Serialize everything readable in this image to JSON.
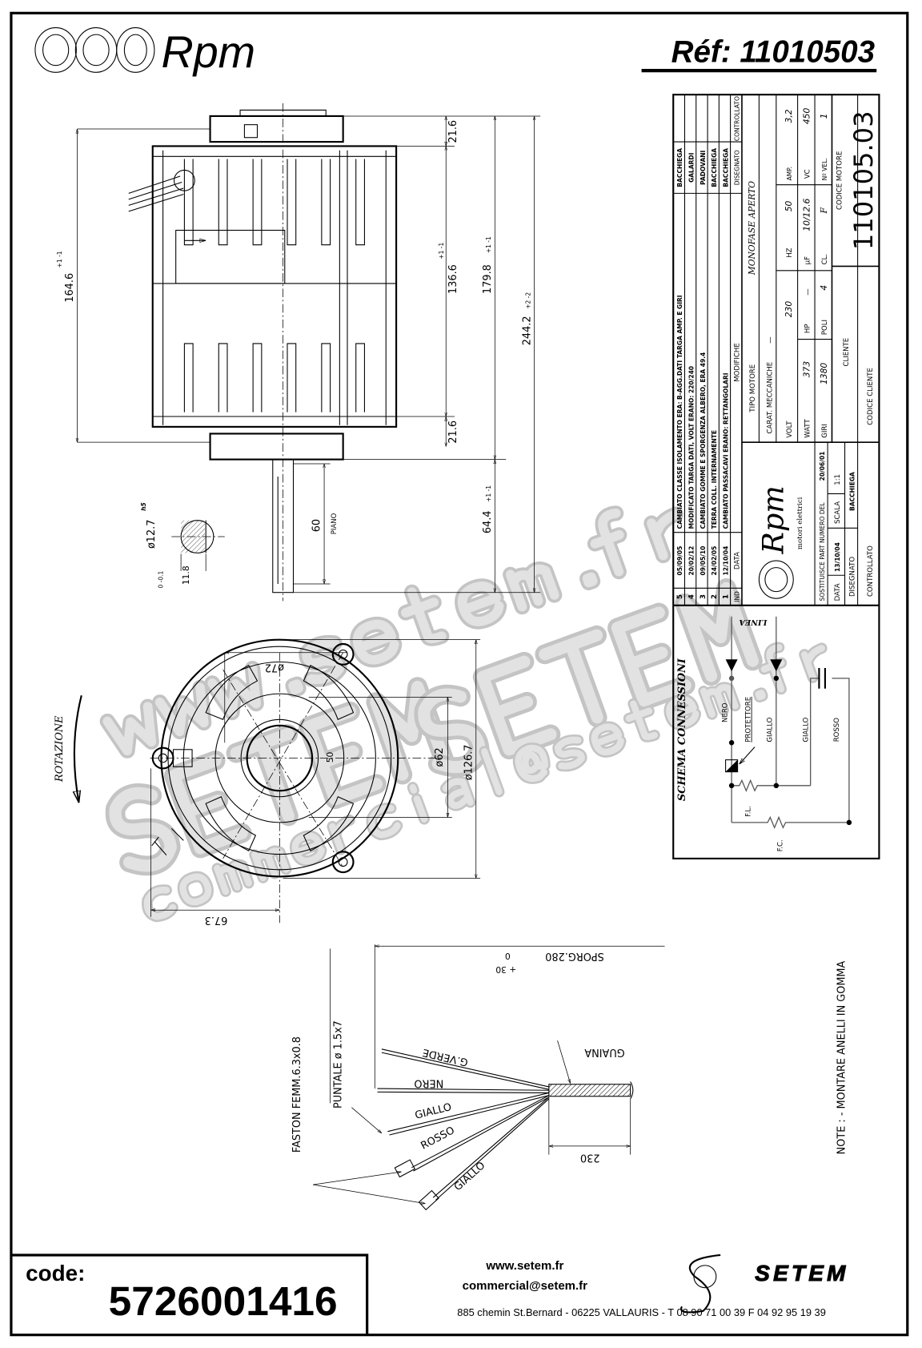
{
  "header": {
    "brand": "Rpm",
    "reference": "Réf:  11010503"
  },
  "side_view": {
    "dims": {
      "overall_body": "164.6",
      "overall_body_tol": "+1 -1",
      "top_flange": "21.6",
      "winding": "136.6",
      "winding_tol": "+1 -1",
      "bottom_flange": "21.6",
      "frame_length": "179.8",
      "frame_length_tol": "+1 -1",
      "total_length": "244.2",
      "total_length_tol": "+2 -2",
      "shaft_projection": "64.4",
      "shaft_projection_tol": "+1 -1",
      "flat_length": "60",
      "flat_label": "PIANO",
      "shaft_diameter": "ø12.7",
      "shaft_fit": "h5",
      "flat_depth": "11.8",
      "flat_tol": "0 -0.1"
    }
  },
  "front_view": {
    "rotation_label": "ROTAZIONE",
    "dims": {
      "bolt_circle": "ø72",
      "outer_diameter": "ø126.7",
      "spigot_diameter": "ø62",
      "hub": "50",
      "offset": "67.3"
    }
  },
  "wiring": {
    "wires": [
      "G.VERDE",
      "NERO",
      "GIALLO",
      "ROSSO",
      "GIALLO"
    ],
    "sporg_label": "SPORG.280",
    "sporg_tol_low": "0",
    "sporg_tol_high": "+ 30",
    "sheath_label": "GUAINA",
    "sheath_length": "230",
    "tip_label": "PUNTALE  ø 1.5x7",
    "faston_label": "FASTON FEMM.6.3x0.8",
    "note": "NOTE : - MONTARE ANELLI IN GOMMA"
  },
  "title_block": {
    "modifications": [
      {
        "ind": "5",
        "date": "05/09/05",
        "description": "CAMBIATO CLASSE ISOLAMENTO ERA: B-AGG.DATI TARGA AMP. E GIRI",
        "designer": "BACCHIEGA"
      },
      {
        "ind": "4",
        "date": "20/02/12",
        "description": "MODIFICATO TARGA DATI, VOLT ERANO: 220/240",
        "designer": "GALARDI"
      },
      {
        "ind": "3",
        "date": "09/05/10",
        "description": "CAMBIATO GOMME E SPORGENZA ALBERO, ERA 49.4",
        "designer": "PADOVANI"
      },
      {
        "ind": "2",
        "date": "24/02/05",
        "description": "TERRA COLL. INTERNAMENTE",
        "designer": "BACCHIEGA"
      },
      {
        "ind": "1",
        "date": "12/10/04",
        "description": "CAMBIATO PASSACAVI ERANO: RETTANGOLARI",
        "designer": "BACCHIEGA"
      }
    ],
    "mod_headers": {
      "ind": "IND",
      "date": "DATA",
      "description": "MODIFICHE",
      "designed": "DISEGNATO",
      "checked": "CONTROLLATO"
    },
    "logo_text": "Rpm",
    "logo_subtitle": "motori elettrici",
    "replaces_label": "SOSTITUISCE PART NUMERO DEL",
    "replaces_date": "20/06/01",
    "date_label": "DATA",
    "date_value": "13/10/04",
    "scale_label": "SCALA",
    "scale_value": "1:1",
    "drawn_label": "DISEGNATO",
    "drawn_value": "BACCHIEGA",
    "checked_label": "CONTROLLATO",
    "motor_type_label": "TIPO MOTORE",
    "motor_type_value": "MONOFASE APERTO",
    "mech_label": "CARAT. MECCANICHE",
    "mech_value": "—",
    "specs": {
      "volt_label": "VOLT",
      "volt": "230",
      "hz_label": "HZ",
      "hz": "50",
      "amp_label": "AMP.",
      "amp": "3,2",
      "watt_label": "WATT",
      "watt": "373",
      "hp_label": "HP",
      "hp": "—",
      "uf_label": "µF",
      "uf": "10/12.6",
      "vc_label": "VC",
      "vc": "450",
      "giri_label": "GIRI",
      "giri": "1380",
      "poli_label": "POLI",
      "poli": "4",
      "cl_label": "CL.",
      "cl": "F",
      "vel_label": "Nº VEL.",
      "vel": "1"
    },
    "client_label": "CLIENTE",
    "client_code_label": "CODICE CLIENTE",
    "motor_code_label": "CODICE MOTORE",
    "motor_code": "110105.03"
  },
  "schema": {
    "title": "SCHEMA  CONNESSIONI",
    "line_label": "LINEA",
    "labels": {
      "nero": "NERO",
      "protettore": "PROTETTORE",
      "giallo1": "GIALLO",
      "giallo2": "GIALLO",
      "rosso": "ROSSO",
      "fl": "F.L.",
      "fc": "F.C."
    }
  },
  "watermark": {
    "line1": "www.setem.fr",
    "line2": "SETEM",
    "line3": "commercial@setem.fr"
  },
  "footer": {
    "code_label": "code:",
    "code": "5726001416",
    "website": "www.setem.fr",
    "email": "commercial@setem.fr",
    "company": "SETEM",
    "address": "885 chemin St.Bernard  -  06225 VALLAURIS  -  T 08 90 71 00 39   F 04 92 95 19 39"
  },
  "colors": {
    "ink": "#000000",
    "watermark": "#d6d6d6"
  }
}
